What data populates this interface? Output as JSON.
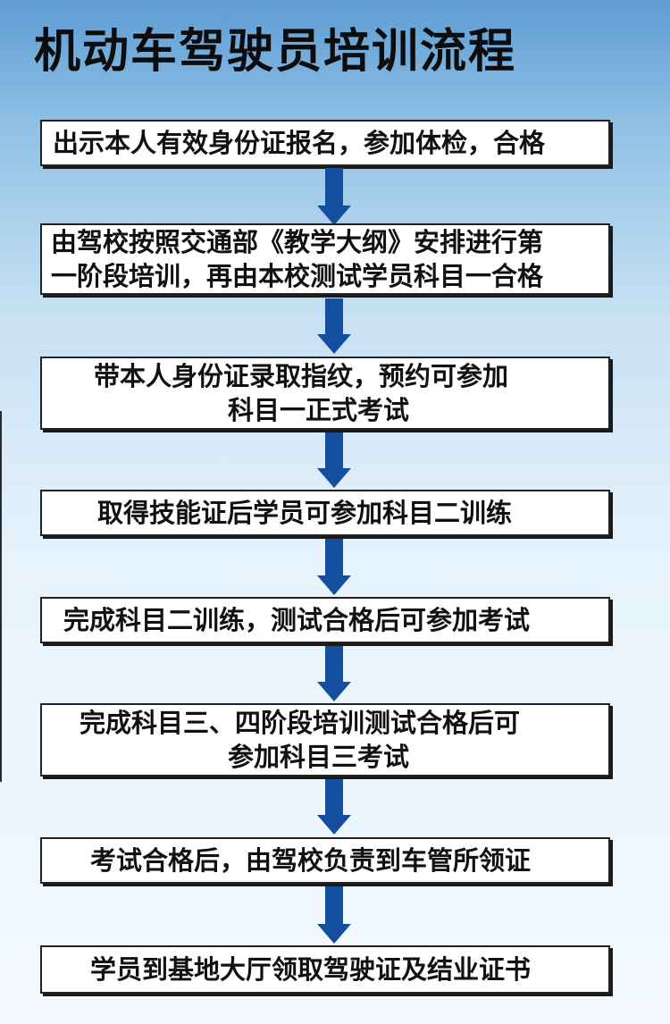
{
  "title": "机动车驾驶员培训流程",
  "steps": [
    {
      "lines": [
        "出示本人有效身份证报名，参加体检，合格"
      ]
    },
    {
      "lines": [
        "由驾校按照交通部《教学大纲》安排进行第",
        "一阶段培训，再由本校测试学员科目一合格"
      ]
    },
    {
      "lines": [
        "带本人身份证录取指纹，预约可参加",
        "科目一正式考试"
      ]
    },
    {
      "lines": [
        "取得技能证后学员可参加科目二训练"
      ]
    },
    {
      "lines": [
        "完成科目二训练，测试合格后可参加考试"
      ]
    },
    {
      "lines": [
        "完成科目三、四阶段培训测试合格后可",
        "参加科目三考试"
      ]
    },
    {
      "lines": [
        "考试合格后，由驾校负责到车管所领证"
      ]
    },
    {
      "lines": [
        "学员到基地大厅领取驾驶证及结业证书"
      ]
    }
  ],
  "colors": {
    "arrow": "#134f9e",
    "box_border": "#222222",
    "box_fill": "#ffffff",
    "background_top": "#5d9cd3",
    "background_bottom": "#f3f9fe"
  },
  "icons": {
    "connector": "down-arrow-icon"
  }
}
